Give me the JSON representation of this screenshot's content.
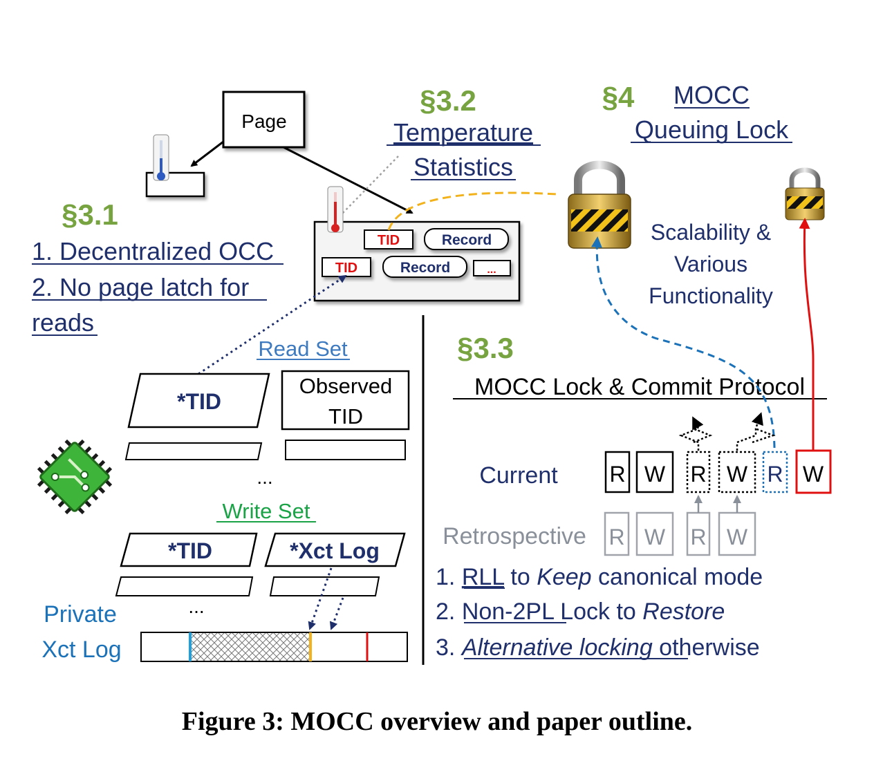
{
  "figure": {
    "caption": "Figure 3: MOCC overview and paper outline.",
    "page_box": "Page",
    "sec31": {
      "number": "§3.1",
      "line1": "1. Decentralized OCC",
      "line2": "2. No page latch for",
      "line3": "reads"
    },
    "sec32": {
      "number": "§3.2",
      "title1": "Temperature",
      "title2": "Statistics"
    },
    "sec4": {
      "number": "§4",
      "title1": "MOCC",
      "title2": "Queuing Lock",
      "desc1": "Scalability &",
      "desc2": "Various",
      "desc3": "Functionality"
    },
    "sec33": {
      "number": "§3.3",
      "title": "MOCC Lock & Commit Protocol"
    },
    "page_records": {
      "tid": "TID",
      "record": "Record",
      "ellipsis": "..."
    },
    "read_set": {
      "label": "Read Set",
      "tid": "*TID",
      "observed1": "Observed",
      "observed2": "TID",
      "ellipsis": "..."
    },
    "write_set": {
      "label": "Write Set",
      "tid": "*TID",
      "xct_log": "*Xct Log",
      "ellipsis": "..."
    },
    "private_log": {
      "label1": "Private",
      "label2": "Xct Log"
    },
    "locks": {
      "current_label": "Current",
      "retro_label": "Retrospective",
      "current": [
        "R",
        "W",
        "R",
        "W",
        "R",
        "W"
      ],
      "retro": [
        "R",
        "W",
        "R",
        "W"
      ]
    },
    "protocol": {
      "l1_prefix": "1. ",
      "l1_link": "RLL",
      "l1_mid": " to ",
      "l1_em": "Keep",
      "l1_rest": " canonical mode",
      "l2_prefix": "2. ",
      "l2_link": "Non-2PL",
      "l2_mid": " Lock to ",
      "l2_em": "Restore",
      "l3_prefix": "3. ",
      "l3_link": "Alternative locking",
      "l3_rest": " otherwise"
    },
    "colors": {
      "green": "#77a340",
      "navy": "#1f2f6b",
      "blue": "#1b72b8",
      "red": "#e01010",
      "orange": "#f2b21c",
      "gray": "#8a9099"
    },
    "icons": [
      "thermometer-icon",
      "padlock-icon",
      "cpu-chip-icon"
    ]
  }
}
